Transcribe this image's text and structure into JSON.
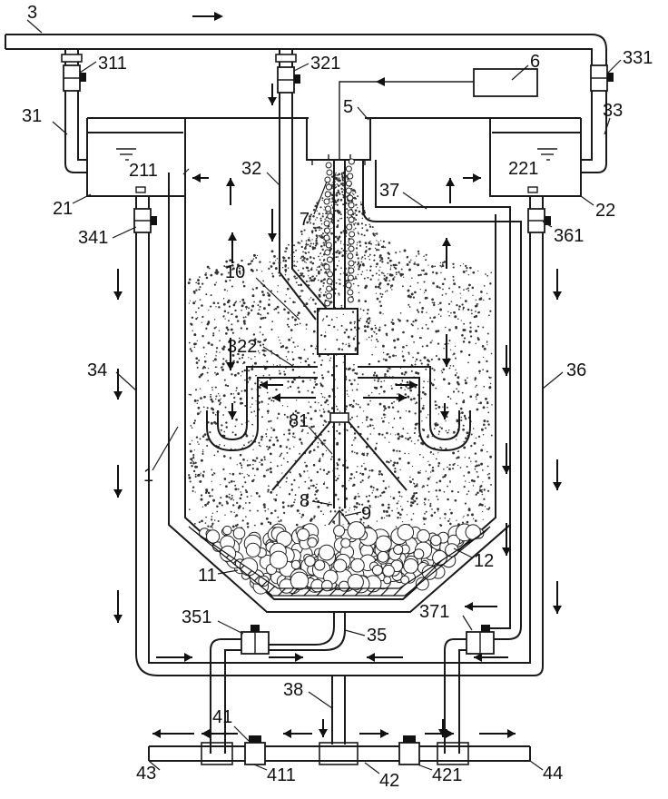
{
  "diagram": {
    "labels": [
      {
        "id": "3",
        "text": "3"
      },
      {
        "id": "311",
        "text": "311"
      },
      {
        "id": "321",
        "text": "321"
      },
      {
        "id": "331",
        "text": "331"
      },
      {
        "id": "6",
        "text": "6"
      },
      {
        "id": "5",
        "text": "5"
      },
      {
        "id": "31",
        "text": "31"
      },
      {
        "id": "33",
        "text": "33"
      },
      {
        "id": "211",
        "text": "211"
      },
      {
        "id": "221",
        "text": "221"
      },
      {
        "id": "32",
        "text": "32"
      },
      {
        "id": "21",
        "text": "21"
      },
      {
        "id": "22",
        "text": "22"
      },
      {
        "id": "37",
        "text": "37"
      },
      {
        "id": "7",
        "text": "7"
      },
      {
        "id": "341",
        "text": "341"
      },
      {
        "id": "361",
        "text": "361"
      },
      {
        "id": "10",
        "text": "10"
      },
      {
        "id": "322",
        "text": "322"
      },
      {
        "id": "34",
        "text": "34"
      },
      {
        "id": "36",
        "text": "36"
      },
      {
        "id": "81",
        "text": "81"
      },
      {
        "id": "1",
        "text": "1"
      },
      {
        "id": "8",
        "text": "8"
      },
      {
        "id": "9",
        "text": "9"
      },
      {
        "id": "12",
        "text": "12"
      },
      {
        "id": "11",
        "text": "11"
      },
      {
        "id": "351",
        "text": "351"
      },
      {
        "id": "371",
        "text": "371"
      },
      {
        "id": "35",
        "text": "35"
      },
      {
        "id": "38",
        "text": "38"
      },
      {
        "id": "41",
        "text": "41"
      },
      {
        "id": "43",
        "text": "43"
      },
      {
        "id": "411",
        "text": "411"
      },
      {
        "id": "42",
        "text": "42"
      },
      {
        "id": "421",
        "text": "421"
      },
      {
        "id": "44",
        "text": "44"
      }
    ]
  }
}
